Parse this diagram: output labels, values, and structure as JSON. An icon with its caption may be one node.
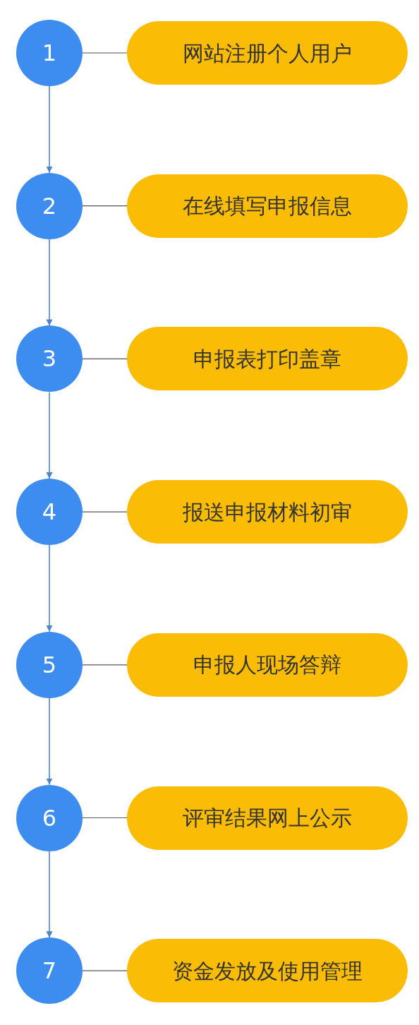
{
  "diagram": {
    "nodes": [
      {
        "text": [
          "1"
        ]
      },
      {
        "text": [
          "网站注册个人用户"
        ]
      },
      {
        "text": [
          "2"
        ]
      },
      {
        "text": [
          "在线填写申报信息"
        ]
      },
      {
        "text": [
          "3"
        ]
      },
      {
        "text": [
          "申报表打印盖章"
        ]
      },
      {
        "text": [
          "4"
        ]
      },
      {
        "text": [
          "报送申报材料初审"
        ]
      },
      {
        "text": [
          "5"
        ]
      },
      {
        "text": [
          "申报人现场答辩"
        ]
      },
      {
        "text": [
          "6"
        ]
      },
      {
        "text": [
          "评审结果网上公示"
        ]
      },
      {
        "text": [
          "7"
        ]
      },
      {
        "text": [
          "资金发放及使用管理"
        ]
      }
    ],
    "edges": [
      {
        "from": 0,
        "to": 1,
        "arrow": "none"
      },
      {
        "from": 0,
        "to": 2,
        "arrow": "to",
        "color": "#4a86c8"
      },
      {
        "from": 2,
        "to": 3,
        "arrow": "none"
      },
      {
        "from": 2,
        "to": 4,
        "arrow": "to",
        "color": "#4a86c8"
      },
      {
        "from": 4,
        "to": 5,
        "arrow": "none"
      },
      {
        "from": 4,
        "to": 6,
        "arrow": "to",
        "color": "#4a86c8"
      },
      {
        "from": 6,
        "to": 7,
        "arrow": "none"
      },
      {
        "from": 6,
        "to": 8,
        "arrow": "to",
        "color": "#4a86c8"
      },
      {
        "from": 8,
        "to": 9,
        "arrow": "none"
      },
      {
        "from": 8,
        "to": 10,
        "arrow": "to",
        "color": "#4a86c8"
      },
      {
        "from": 10,
        "to": 11,
        "arrow": "none"
      },
      {
        "from": 10,
        "to": 12,
        "arrow": "to",
        "color": "#4a86c8"
      },
      {
        "from": 12,
        "to": 13,
        "arrow": "none"
      }
    ]
  }
}
